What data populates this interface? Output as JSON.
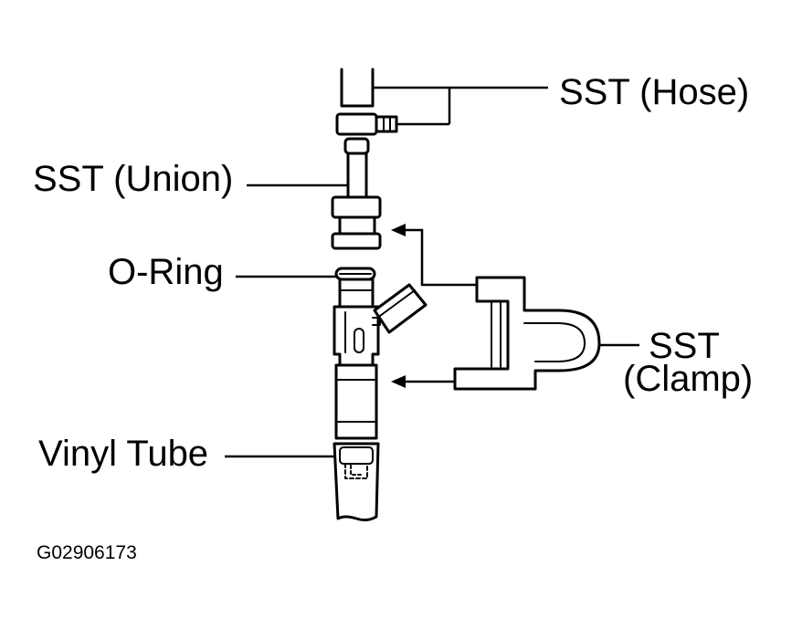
{
  "labels": {
    "hose": "SST (Hose)",
    "union": "SST (Union)",
    "oring": "O-Ring",
    "clamp_line1": "SST",
    "clamp_line2": "(Clamp)",
    "vinyl": "Vinyl Tube"
  },
  "figure_code": "G02906173"
}
